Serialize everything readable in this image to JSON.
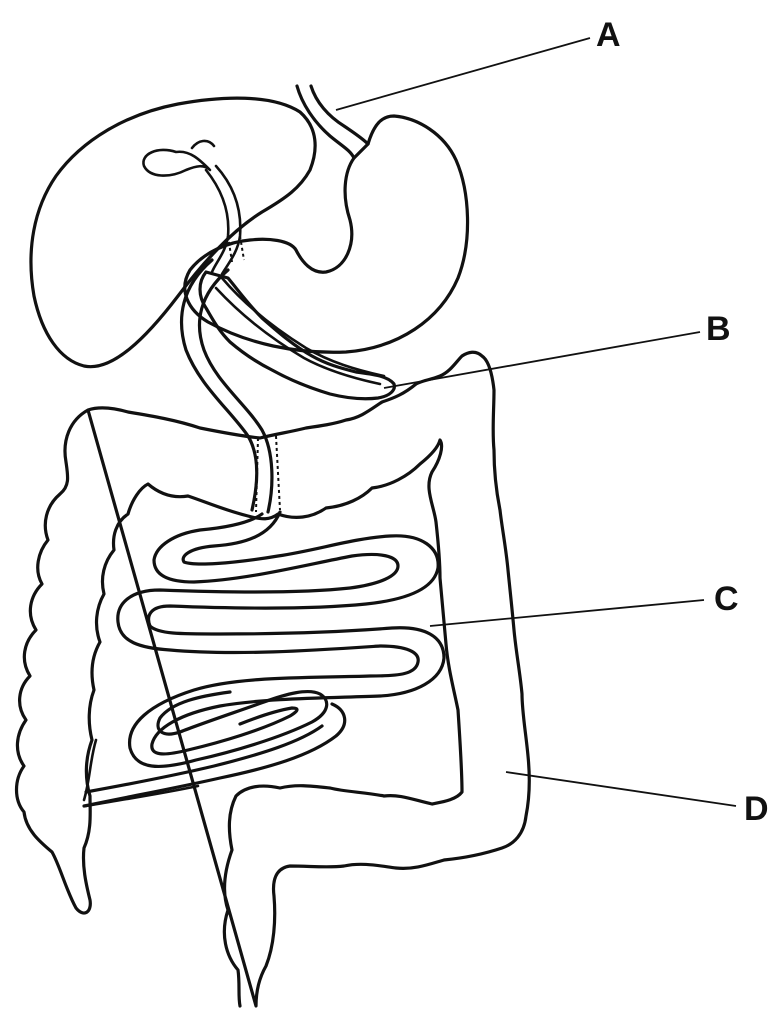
{
  "labels": {
    "a": "A",
    "b": "B",
    "c": "C",
    "d": "D"
  },
  "colors": {
    "line": "#111111",
    "background": "#ffffff"
  }
}
